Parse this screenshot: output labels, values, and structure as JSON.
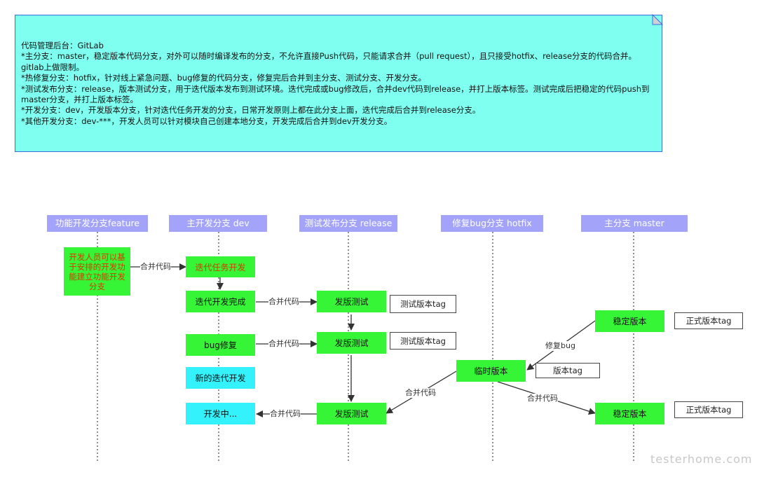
{
  "note": {
    "lines": [
      "代码管理后台：GitLab",
      "*主分支：master，稳定版本代码分支，对外可以随时编译发布的分支，不允许直接Push代码，只能请求合并（pull request），且只接受hotfix、release分支的代码合并。gitlab上做限制。",
      "*热修复分支：hotfix，针对线上紧急问题、bug修复的代码分支，修复完后合并到主分支、测试分支、开发分支。",
      "*测试发布分支：release，版本测试分支，用于迭代版本发布到测试环境。迭代完成或bug修改后，合并dev代码到release，并打上版本标签。测试完成后把稳定的代码push到master分支，并打上版本标签。",
      "*开发分支：dev，开发版本分支，针对迭代任务开发的分支，日常开发原则上都在此分支上面，迭代完成后合并到release分支。",
      "*其他开发分支：dev-***，开发人员可以针对模块自己创建本地分支，开发完成后合并到dev开发分支。"
    ]
  },
  "lanes": {
    "feature": "功能开发分支feature",
    "dev": "主开发分支 dev",
    "release": "测试发布分支 release",
    "hotfix": "修复bug分支 hotfix",
    "master": "主分支 master"
  },
  "boxes": {
    "feature_dev": "开发人员可以基于安排的开发功能建立功能开发分支",
    "iteration_task": "迭代任务开发",
    "iteration_done": "迭代开发完成",
    "bugfix": "bug修复",
    "new_iteration": "新的迭代开发",
    "developing": "开发中...",
    "release_test_1": "发版测试",
    "release_test_2": "发版测试",
    "release_test_3": "发版测试",
    "temp_version": "临时版本",
    "stable_1": "稳定版本",
    "stable_2": "稳定版本"
  },
  "tags": {
    "test_tag_1": "测试版本tag",
    "test_tag_2": "测试版本tag",
    "version_tag": "版本tag",
    "release_tag_1": "正式版本tag",
    "release_tag_2": "正式版本tag"
  },
  "labels": {
    "merge_1": "合并代码",
    "merge_2": "合并代码",
    "merge_3": "合并代码",
    "merge_4": "合并代码",
    "merge_5": "合并代码",
    "merge_6": "合并代码",
    "fix_bug": "修复bug"
  },
  "watermark": "testerhome.com",
  "colors": {
    "note_bg": "#7ffff0",
    "lane_header": "#a3a3fa",
    "green": "#36f436",
    "cyan": "#33f2fb"
  }
}
